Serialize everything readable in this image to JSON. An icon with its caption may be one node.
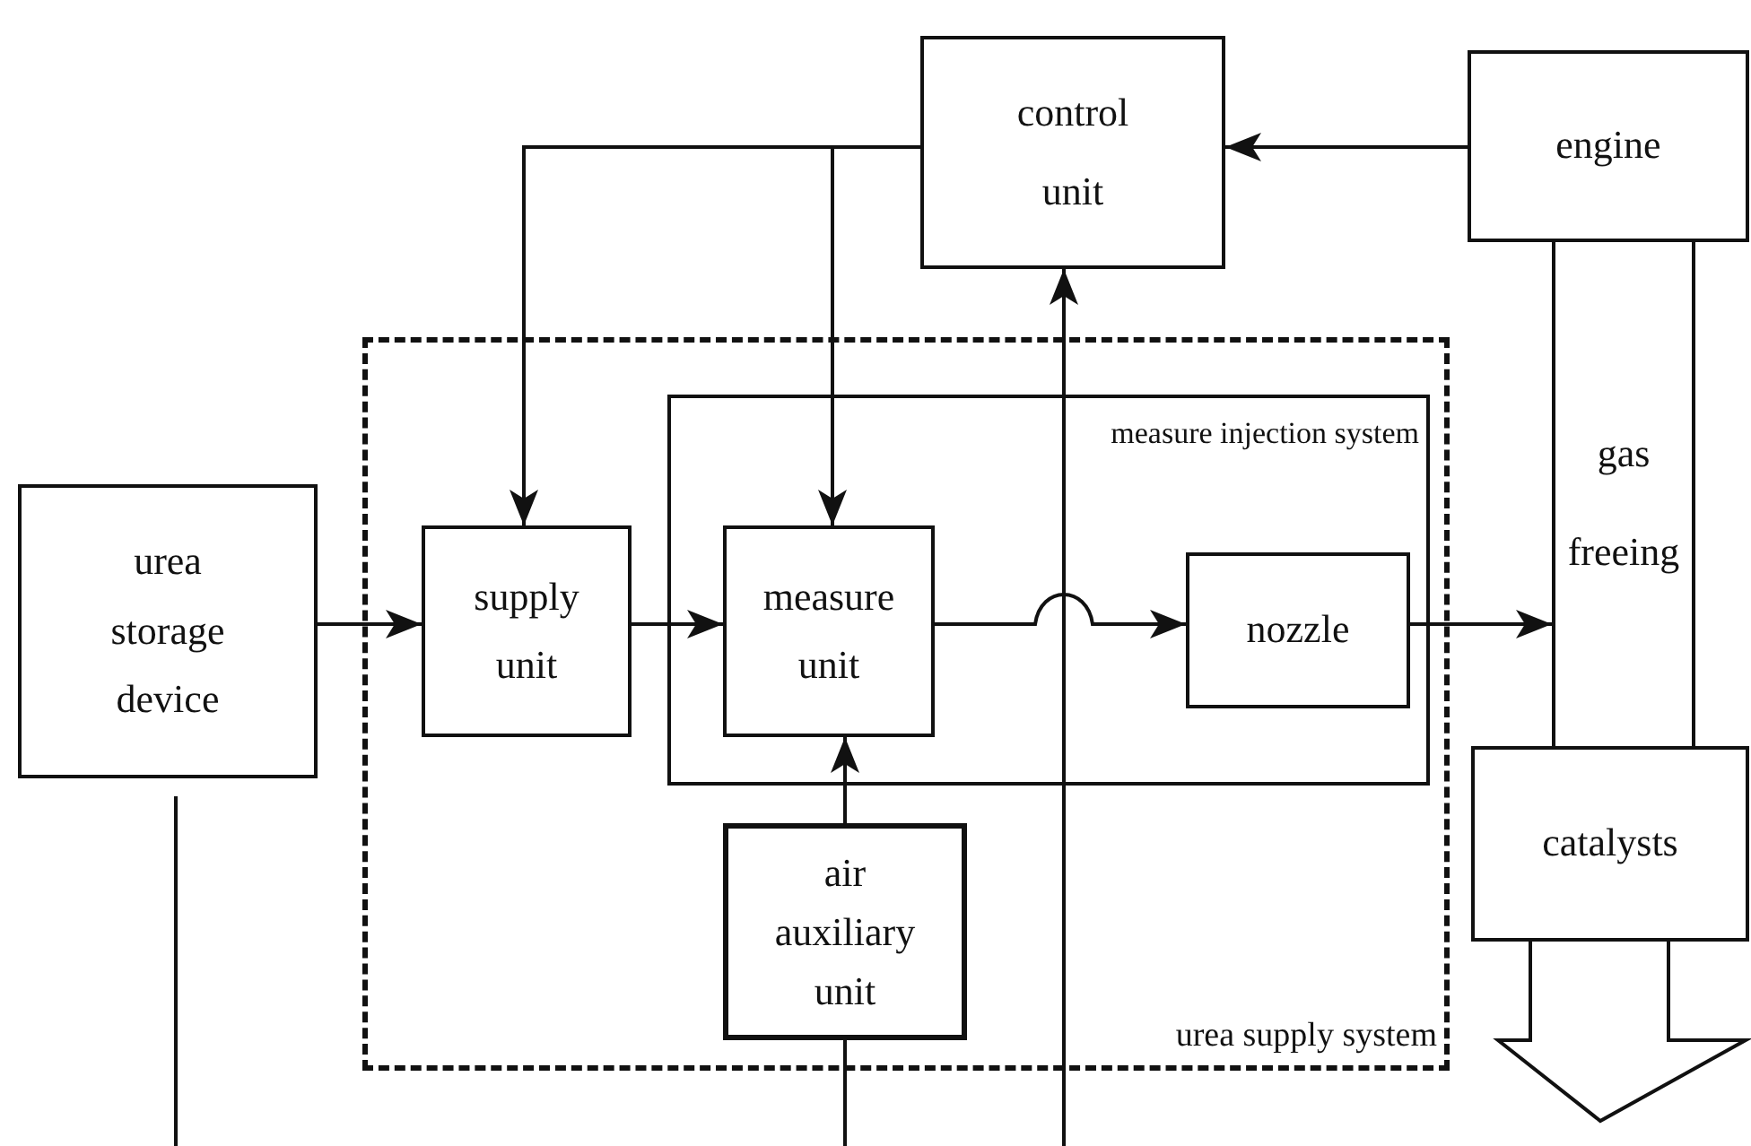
{
  "diagram": {
    "nodes": [
      {
        "text": [
          "control unit"
        ]
      },
      {
        "text": [
          "engine"
        ]
      },
      {
        "text": [
          "urea supply system"
        ]
      },
      {
        "text": [
          "measure injection system"
        ],
        "in": 2
      },
      {
        "text": [
          "supply unit"
        ],
        "in": 2
      },
      {
        "text": [
          "measure unit"
        ],
        "in": 3
      },
      {
        "text": [
          "nozzle"
        ],
        "in": 3
      },
      {
        "text": [
          "air auxiliary unit"
        ],
        "in": 2
      },
      {
        "text": [
          "urea storage device"
        ]
      },
      {
        "text": [
          "gas freeing"
        ]
      },
      {
        "text": [
          "catalysts"
        ]
      }
    ],
    "edges": [
      {
        "from": 1,
        "to": 0,
        "arrow": "to"
      },
      {
        "from": 0,
        "to": 4,
        "arrow": "to"
      },
      {
        "from": 0,
        "to": 5,
        "arrow": "to"
      },
      {
        "from": null,
        "to": 0,
        "arrow": "to"
      },
      {
        "from": 8,
        "to": 4,
        "arrow": "to"
      },
      {
        "from": 4,
        "to": 5,
        "arrow": "to"
      },
      {
        "from": 5,
        "to": 6,
        "arrow": "to"
      },
      {
        "from": 6,
        "to": 9,
        "arrow": "to"
      },
      {
        "from": 7,
        "to": 5,
        "arrow": "to"
      },
      {
        "from": 8,
        "to": null,
        "arrow": "none"
      },
      {
        "from": 7,
        "to": null,
        "arrow": "none"
      }
    ]
  }
}
